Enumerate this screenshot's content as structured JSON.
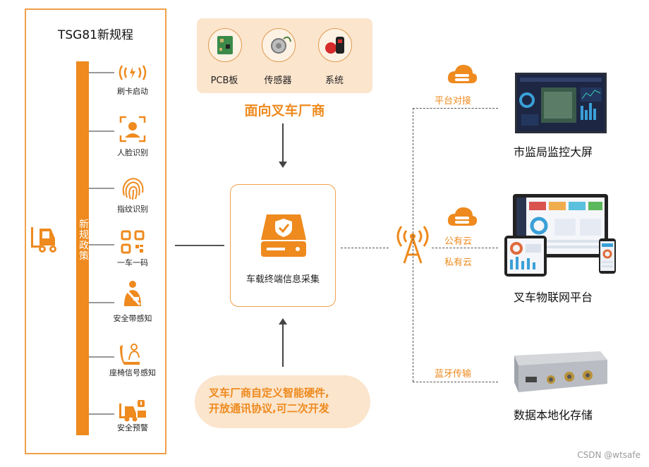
{
  "left_panel": {
    "title": "TSG81新规程",
    "policy_label": "新规政策",
    "features": [
      {
        "label": "刷卡启动",
        "icon": "card-reader-icon"
      },
      {
        "label": "人脸识别",
        "icon": "face-scan-icon"
      },
      {
        "label": "指纹识别",
        "icon": "fingerprint-icon"
      },
      {
        "label": "一车一码",
        "icon": "qr-code-icon"
      },
      {
        "label": "安全带感知",
        "icon": "seatbelt-icon"
      },
      {
        "label": "座椅信号感知",
        "icon": "seat-icon"
      },
      {
        "label": "安全预警",
        "icon": "forklift-warning-icon"
      }
    ]
  },
  "top": {
    "products": [
      {
        "label": "PCB板",
        "icon": "pcb-board-icon"
      },
      {
        "label": "传感器",
        "icon": "sensor-icon"
      },
      {
        "label": "系统",
        "icon": "system-device-icon"
      }
    ],
    "title": "面向叉车厂商"
  },
  "center": {
    "label": "车载终端信息采集",
    "icon": "terminal-shield-icon"
  },
  "bottom": {
    "line1": "叉车厂商自定义智能硬件,",
    "line2": "开放通讯协议,可二次开发"
  },
  "right": {
    "antenna_icon": "antenna-icon",
    "connections": [
      {
        "label": "平台对接",
        "target": "市监局监控大屏"
      },
      {
        "label": "公有云",
        "label2": "私有云",
        "target": "叉车物联网平台"
      },
      {
        "label": "蓝牙传输",
        "target": "数据本地化存储"
      }
    ]
  },
  "watermark": "CSDN @wtsafe",
  "colors": {
    "accent": "#ee8a1e",
    "light_fill": "#fbe5cd",
    "border": "#f0a04b"
  }
}
